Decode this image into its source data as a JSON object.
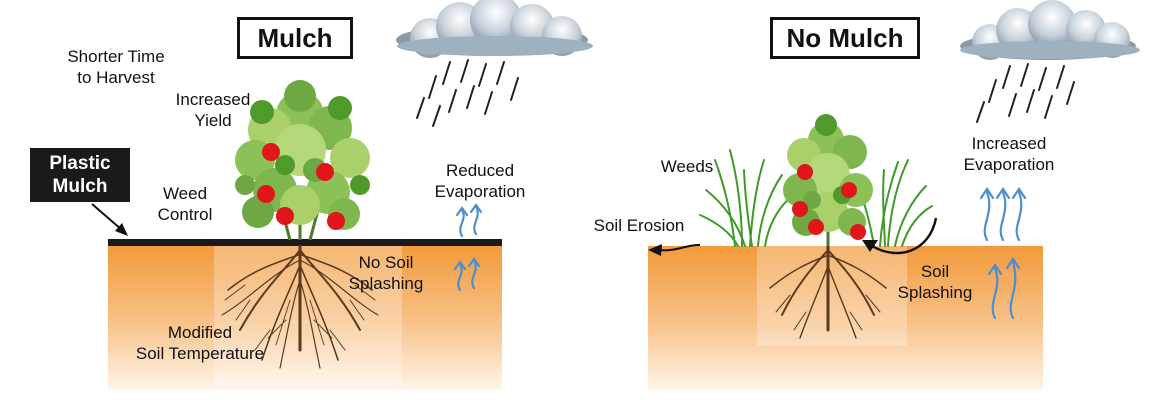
{
  "panels": {
    "mulch": {
      "title": "Mulch",
      "labels": {
        "plastic_mulch": [
          "Plastic",
          "Mulch"
        ],
        "shorter_time": [
          "Shorter Time",
          "to Harvest"
        ],
        "increased_yield": [
          "Increased",
          "Yield"
        ],
        "weed_control": [
          "Weed",
          "Control"
        ],
        "reduced_evaporation": [
          "Reduced",
          "Evaporation"
        ],
        "no_soil_splashing": [
          "No Soil",
          "Splashing"
        ],
        "modified_soil_temperature": [
          "Modified",
          "Soil Temperature"
        ]
      }
    },
    "no_mulch": {
      "title": "No Mulch",
      "labels": {
        "weeds": "Weeds",
        "soil_erosion": "Soil Erosion",
        "increased_evaporation": [
          "Increased",
          "Evaporation"
        ],
        "soil_splashing": [
          "Soil",
          "Splashing"
        ]
      }
    }
  },
  "colors": {
    "soil_top": "#f29a3c",
    "soil_bottom": "#fff1dd",
    "plastic": "#1a1a1a",
    "tomato": "#e0161b",
    "leaf_light": "#a9d06a",
    "leaf_dark": "#4f9a2a",
    "weed_grass": "#3f9b28",
    "evaporation_arrow": "#4b8fd0",
    "cloud": "#9fb0bf",
    "rain": "#222222",
    "root": "#5a3a1e"
  }
}
